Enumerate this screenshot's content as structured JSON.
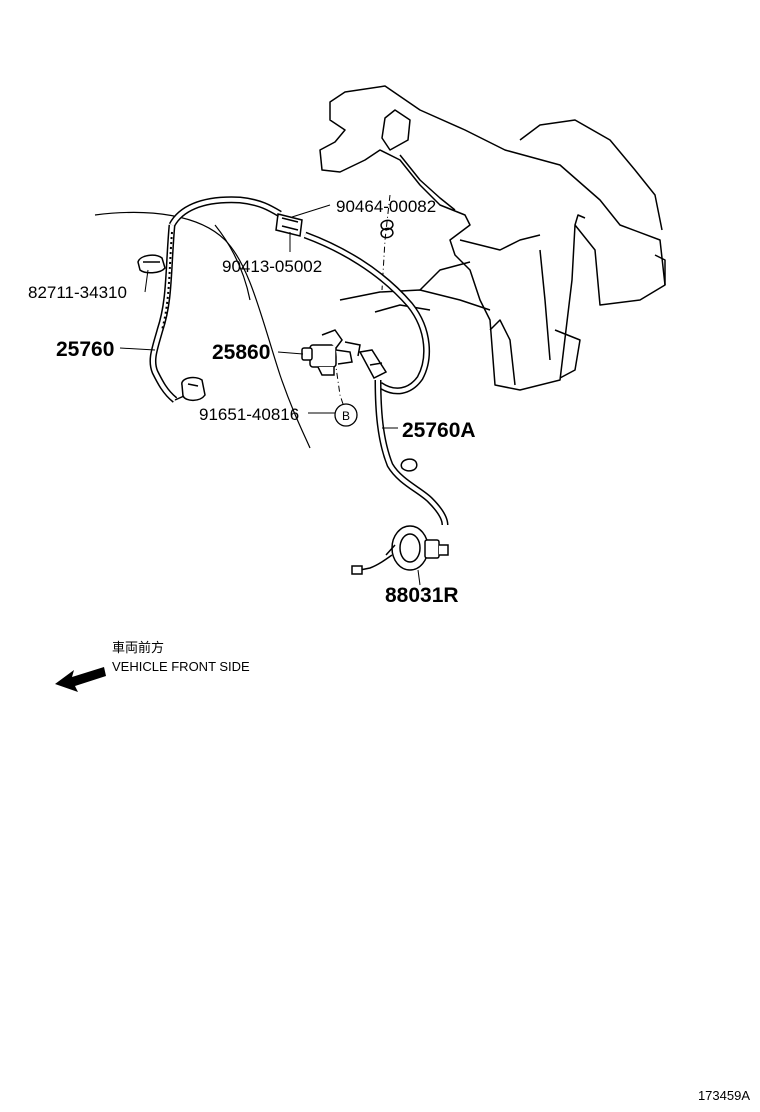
{
  "labels": {
    "p90464": "90464-00082",
    "p90413": "90413-05002",
    "p82711": "82711-34310",
    "p25760": "25760",
    "p25860": "25860",
    "p91651": "91651-40816",
    "p25760a": "25760A",
    "p88031r": "88031R",
    "callout_b": "B"
  },
  "direction_note": {
    "japanese": "車両前方",
    "english": "VEHICLE FRONT SIDE"
  },
  "reference_number": "173459A"
}
